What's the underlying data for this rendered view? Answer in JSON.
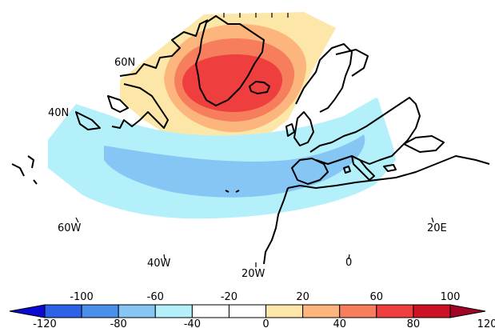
{
  "map": {
    "lat_labels": [
      "60N",
      "40N"
    ],
    "lon_labels": [
      "60W",
      "40W",
      "20W",
      "0",
      "20E"
    ]
  },
  "legend": {
    "colors": [
      "#0a0ad2",
      "#2d62e6",
      "#4a8fea",
      "#86c6f5",
      "#b4f0fa",
      "#ffffff",
      "#ffffff",
      "#fce7a8",
      "#fcb57c",
      "#f77e5c",
      "#ef3e3e",
      "#cc1325",
      "#a10425"
    ],
    "upper_labels": [
      "-100",
      "-60",
      "-20",
      "20",
      "60",
      "100"
    ],
    "lower_labels": [
      "-120",
      "-80",
      "-40",
      "0",
      "40",
      "80",
      "120"
    ]
  }
}
